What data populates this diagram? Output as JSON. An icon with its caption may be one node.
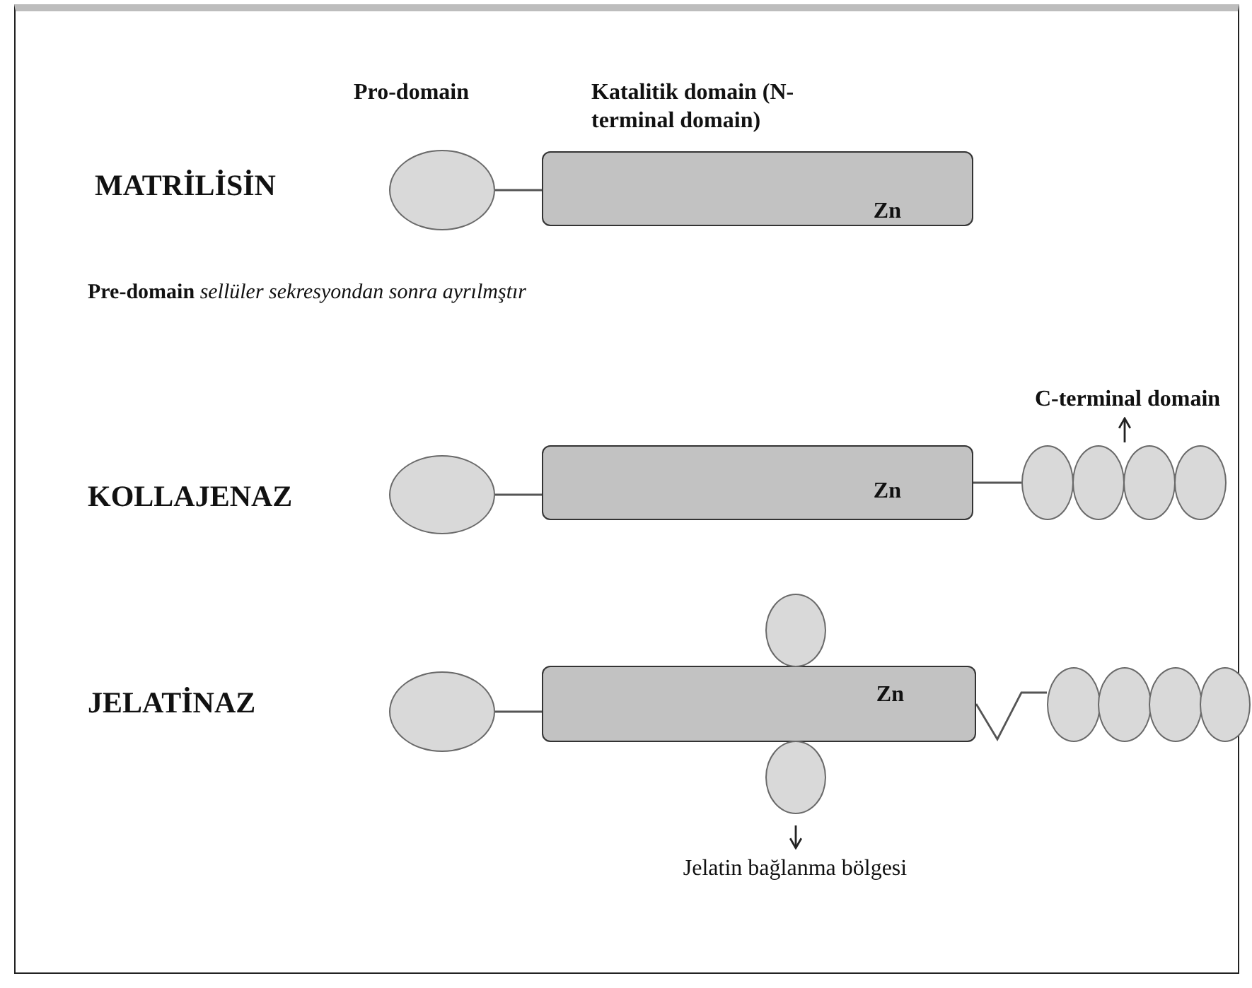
{
  "diagram": {
    "nodes": [
      {
        "text": [],
        "shape": "ellipse"
      },
      {
        "text": [
          "Zn"
        ]
      },
      {
        "text": [],
        "shape": "ellipse"
      },
      {
        "text": [
          "Zn"
        ]
      },
      {
        "text": [],
        "shape": "ellipse"
      },
      {
        "text": [],
        "shape": "ellipse"
      },
      {
        "text": [],
        "shape": "ellipse"
      },
      {
        "text": [],
        "shape": "ellipse"
      },
      {
        "text": [
          "C-terminal domain"
        ]
      },
      {
        "text": [],
        "shape": "ellipse"
      },
      {
        "text": [],
        "shape": "ellipse"
      },
      {
        "text": [
          "Zn"
        ]
      },
      {
        "text": [],
        "shape": "ellipse"
      },
      {
        "text": [],
        "shape": "ellipse"
      },
      {
        "text": [],
        "shape": "ellipse"
      },
      {
        "text": [],
        "shape": "ellipse"
      },
      {
        "text": [],
        "shape": "ellipse"
      },
      {
        "text": [
          "Jelatin bağlanma bölgesi"
        ]
      }
    ],
    "edges": [
      {
        "from": 0,
        "to": 1,
        "arrow": "none"
      },
      {
        "from": 2,
        "to": 3,
        "arrow": "none"
      },
      {
        "from": 3,
        "to": 4,
        "arrow": "none"
      },
      {
        "from": 5,
        "to": 8,
        "arrow": "to"
      },
      {
        "from": 9,
        "to": 11,
        "arrow": "none"
      },
      {
        "from": 11,
        "to": 13,
        "arrow": "none"
      },
      {
        "from": 12,
        "to": 17,
        "arrow": "to"
      }
    ],
    "labels": [
      "Pro-domain",
      "Katalitik domain (N-terminal domain)",
      "MATRİLİSİN",
      "**Pre-domain**  *sellüler sekresyondan sonra ayrılmştır*",
      "KOLLAJENAZ",
      "JELATİNAZ"
    ]
  }
}
